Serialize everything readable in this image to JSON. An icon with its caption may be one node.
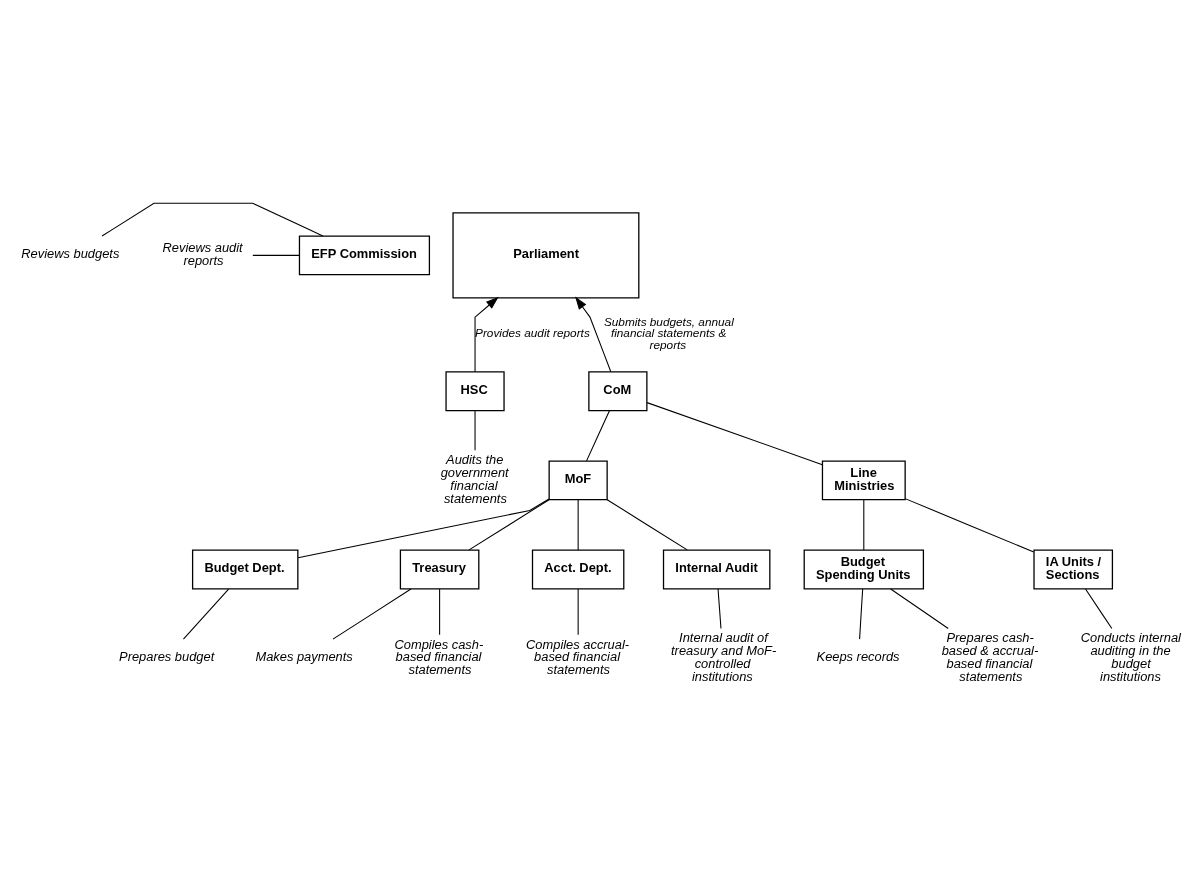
{
  "diagram": {
    "nodes": [
      {
        "text": [
          "EFP Commission"
        ]
      },
      {
        "text": [
          "Parliament"
        ]
      },
      {
        "text": [
          "Reviews budgets"
        ]
      },
      {
        "text": [
          "Reviews audit reports"
        ]
      },
      {
        "text": [
          "HSC"
        ]
      },
      {
        "text": [
          "CoM"
        ]
      },
      {
        "text": [
          "Audits the government financial statements"
        ]
      },
      {
        "text": [
          "MoF"
        ]
      },
      {
        "text": [
          "Line Ministries"
        ]
      },
      {
        "text": [
          "Budget Dept."
        ]
      },
      {
        "text": [
          "Treasury"
        ]
      },
      {
        "text": [
          "Acct. Dept."
        ]
      },
      {
        "text": [
          "Internal Audit"
        ]
      },
      {
        "text": [
          "Budget Spending Units"
        ]
      },
      {
        "text": [
          "IA Units / Sections"
        ]
      },
      {
        "text": [
          "Prepares budget"
        ]
      },
      {
        "text": [
          "Makes payments"
        ]
      },
      {
        "text": [
          "Compiles cash-based financial statements"
        ]
      },
      {
        "text": [
          "Compiles accrual-based financial statements"
        ]
      },
      {
        "text": [
          "Internal audit of treasury and MoF-controlled institutions"
        ]
      },
      {
        "text": [
          "Keeps records"
        ]
      },
      {
        "text": [
          "Prepares cash-based & accrual-based financial statements"
        ]
      },
      {
        "text": [
          "Conducts internal auditing in the budget institutions"
        ]
      }
    ],
    "edges": [
      {
        "from": 2,
        "to": 0,
        "arrow": "none"
      },
      {
        "from": 3,
        "to": 0,
        "arrow": "none"
      },
      {
        "from": 4,
        "to": 1,
        "arrow": "to",
        "label": "Provides audit reports"
      },
      {
        "from": 5,
        "to": 1,
        "arrow": "to",
        "label": "Submits budgets, annual financial statements & reports"
      },
      {
        "from": 4,
        "to": 6,
        "arrow": "none"
      },
      {
        "from": 5,
        "to": 7,
        "arrow": "none"
      },
      {
        "from": 5,
        "to": 8,
        "arrow": "none"
      },
      {
        "from": 7,
        "to": 9,
        "arrow": "none"
      },
      {
        "from": 7,
        "to": 10,
        "arrow": "none"
      },
      {
        "from": 7,
        "to": 11,
        "arrow": "none"
      },
      {
        "from": 7,
        "to": 12,
        "arrow": "none"
      },
      {
        "from": 8,
        "to": 13,
        "arrow": "none"
      },
      {
        "from": 8,
        "to": 14,
        "arrow": "none"
      },
      {
        "from": 9,
        "to": 15,
        "arrow": "none"
      },
      {
        "from": 10,
        "to": 16,
        "arrow": "none"
      },
      {
        "from": 10,
        "to": 17,
        "arrow": "none"
      },
      {
        "from": 11,
        "to": 18,
        "arrow": "none"
      },
      {
        "from": 12,
        "to": 19,
        "arrow": "none"
      },
      {
        "from": 13,
        "to": 20,
        "arrow": "none"
      },
      {
        "from": 13,
        "to": 21,
        "arrow": "none"
      },
      {
        "from": 14,
        "to": 22,
        "arrow": "none"
      }
    ]
  }
}
